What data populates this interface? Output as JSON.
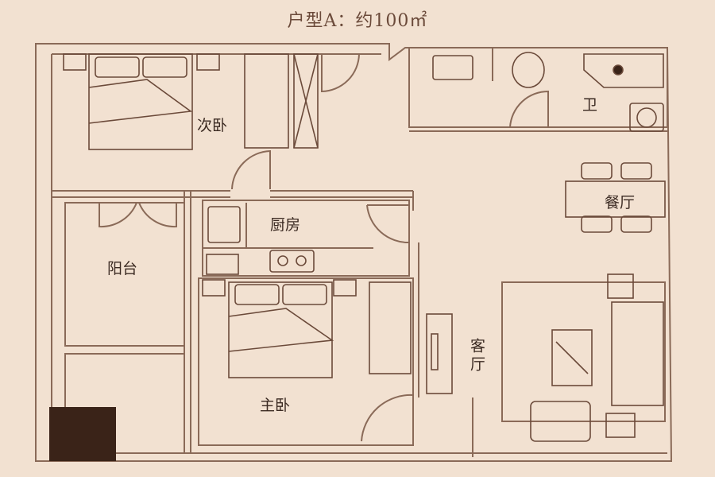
{
  "title": "户型A：约100㎡",
  "rooms": {
    "secondary_bedroom": "次卧",
    "bathroom": "卫",
    "dining": "餐厅",
    "kitchen": "厨房",
    "balcony": "阳台",
    "master_bedroom": "主卧",
    "living_room": "客厅"
  },
  "colors": {
    "background": "#f2e1d1",
    "wall": "#8a6a58",
    "dark_block": "#3a2318"
  }
}
